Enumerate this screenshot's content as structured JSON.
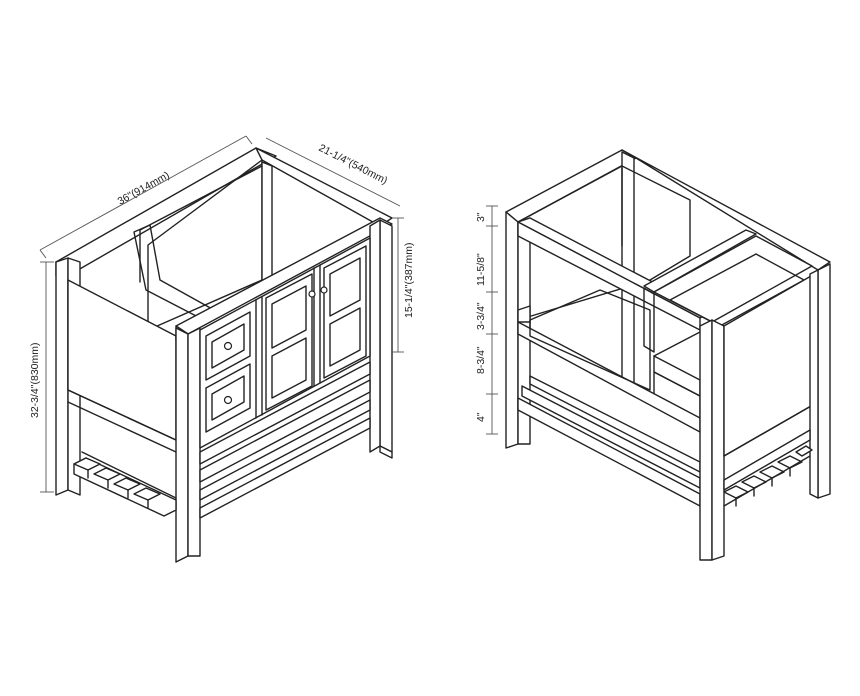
{
  "front_view": {
    "width_label": "36\"(914mm)",
    "depth_label": "21-1/4\"(540mm)",
    "height_label": "32-3/4\"(830mm)",
    "drawer_height_label": "15-1/4\"(387mm)"
  },
  "back_view": {
    "dim_labels": [
      "3\"",
      "11-5/8\"",
      "3-3/4\"",
      "8-3/4\"",
      "4\""
    ]
  }
}
